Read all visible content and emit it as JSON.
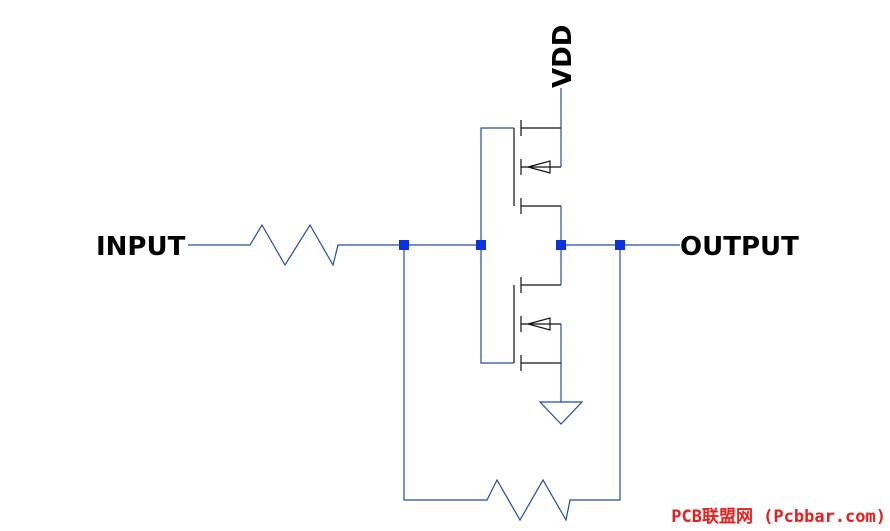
{
  "labels": {
    "input": "INPUT",
    "output": "OUTPUT",
    "vdd": "VDD"
  },
  "watermark": "PCB联盟网 (Pcbbar.com)",
  "colors": {
    "wire": "#1f4e9c",
    "node": "#0a32e0",
    "device": "#111111",
    "text": "#000000",
    "watermark": "#e51e1e"
  },
  "components": [
    {
      "type": "resistor",
      "role": "input-resistor"
    },
    {
      "type": "pmos",
      "role": "pull-up-transistor"
    },
    {
      "type": "nmos",
      "role": "pull-down-transistor"
    },
    {
      "type": "resistor",
      "role": "feedback-resistor"
    },
    {
      "type": "ground",
      "role": "ground-symbol"
    }
  ]
}
